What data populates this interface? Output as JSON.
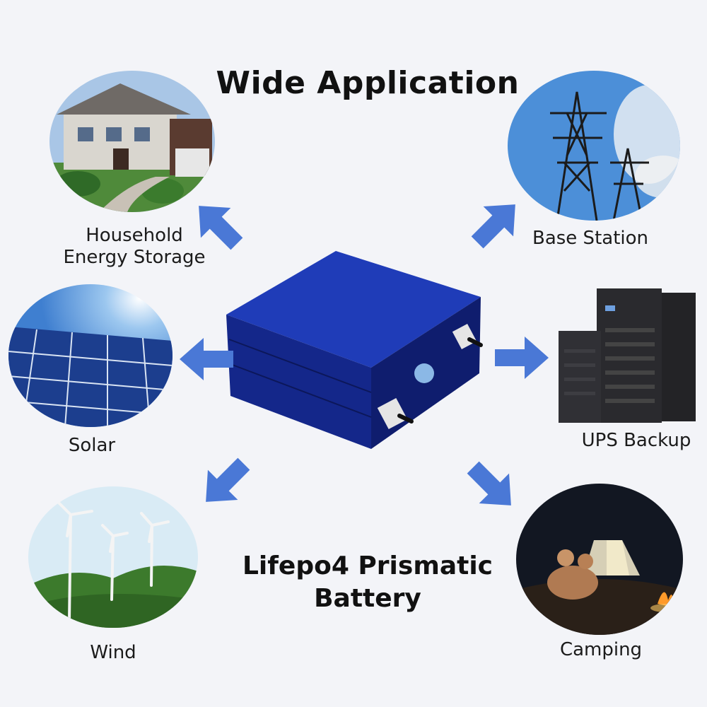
{
  "title": "Wide Application",
  "product": {
    "line1": "Lifepo4 Prismatic",
    "line2": "Battery"
  },
  "applications": [
    {
      "label_line1": "Household",
      "label_line2": "Energy Storage"
    },
    {
      "label_line1": "Base Station",
      "label_line2": ""
    },
    {
      "label_line1": "Solar",
      "label_line2": ""
    },
    {
      "label_line1": "UPS Backup",
      "label_line2": ""
    },
    {
      "label_line1": "Wind",
      "label_line2": ""
    },
    {
      "label_line1": "Camping",
      "label_line2": ""
    }
  ],
  "colors": {
    "arrow": "#4a78d6",
    "battery": "#1a33a8",
    "background": "#f3f4f8"
  },
  "icons": [
    "house-photo",
    "power-tower-photo",
    "solar-panel-photo",
    "ups-cabinet-photo",
    "wind-turbine-photo",
    "campfire-tent-photo",
    "battery-cell-image",
    "arrow-icon"
  ]
}
